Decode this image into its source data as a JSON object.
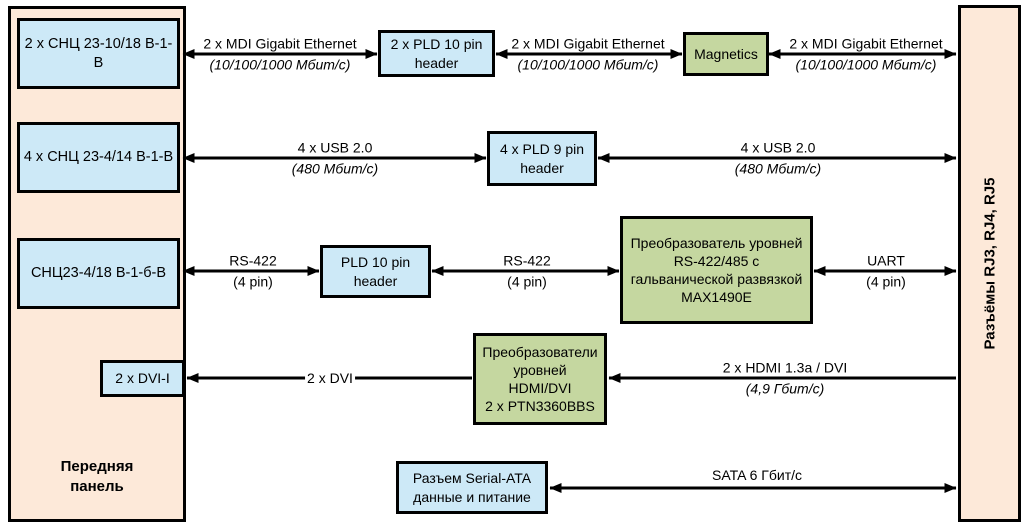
{
  "colors": {
    "panel": "#fde9d9",
    "blue": "#cde9f7",
    "green": "#c5d7a0",
    "line": "#000000",
    "bg": "#ffffff"
  },
  "front_panel": {
    "label_line1": "Передняя",
    "label_line2": "панель"
  },
  "rear_panel": {
    "label": "Разъёмы RJ3, RJ4, RJ5"
  },
  "boxes": {
    "snc_eth": {
      "label": "2 х СНЦ 23-10/18 В-1-В"
    },
    "snc_usb": {
      "label": "4 х СНЦ 23-4/14 В-1-В"
    },
    "snc_rs": {
      "label": "СНЦ23-4/18 В-1-б-В"
    },
    "dvi": {
      "label": "2 x DVI-I"
    },
    "pld10_eth": {
      "lines": [
        "2 x PLD 10 pin",
        "header"
      ]
    },
    "magnetics": {
      "label": "Magnetics"
    },
    "pld9_usb": {
      "lines": [
        "4 x PLD 9 pin",
        "header"
      ]
    },
    "pld10_rs": {
      "lines": [
        "PLD 10 pin",
        "header"
      ]
    },
    "rs_conv": {
      "lines": [
        "Преобразователь уровней",
        "RS-422/485 с",
        "гальванической развязкой",
        "MAX1490E"
      ]
    },
    "hdmi_conv": {
      "lines": [
        "Преобразователи",
        "уровней",
        "HDMI/DVI",
        "2 x PTN3360BBS"
      ]
    },
    "sata_conn": {
      "lines": [
        "Разъем Serial-ATA",
        "данные и питание"
      ]
    }
  },
  "links": {
    "eth1": {
      "name": "2 x MDI Gigabit Ethernet",
      "speed": "(10/100/1000 Мбит/с)"
    },
    "eth2": {
      "name": "2 x MDI Gigabit Ethernet",
      "speed": "(10/100/1000 Мбит/с)"
    },
    "eth3": {
      "name": "2 x MDI Gigabit Ethernet",
      "speed": "(10/100/1000 Мбит/с)"
    },
    "usb1": {
      "name": "4 x USB 2.0",
      "speed": "(480 Мбит/с)"
    },
    "usb2": {
      "name": "4 x USB 2.0",
      "speed": "(480 Мбит/с)"
    },
    "rs1": {
      "name": "RS-422",
      "pins": "(4 pin)"
    },
    "rs2": {
      "name": "RS-422",
      "pins": "(4 pin)"
    },
    "uart": {
      "name": "UART",
      "pins": "(4 pin)"
    },
    "dvi": {
      "name": "2 x DVI"
    },
    "hdmi": {
      "name": "2 x HDMI 1.3a / DVI",
      "speed": "(4,9 Гбит/с)"
    },
    "sata": {
      "name": "SATA 6 Гбит/с"
    }
  }
}
